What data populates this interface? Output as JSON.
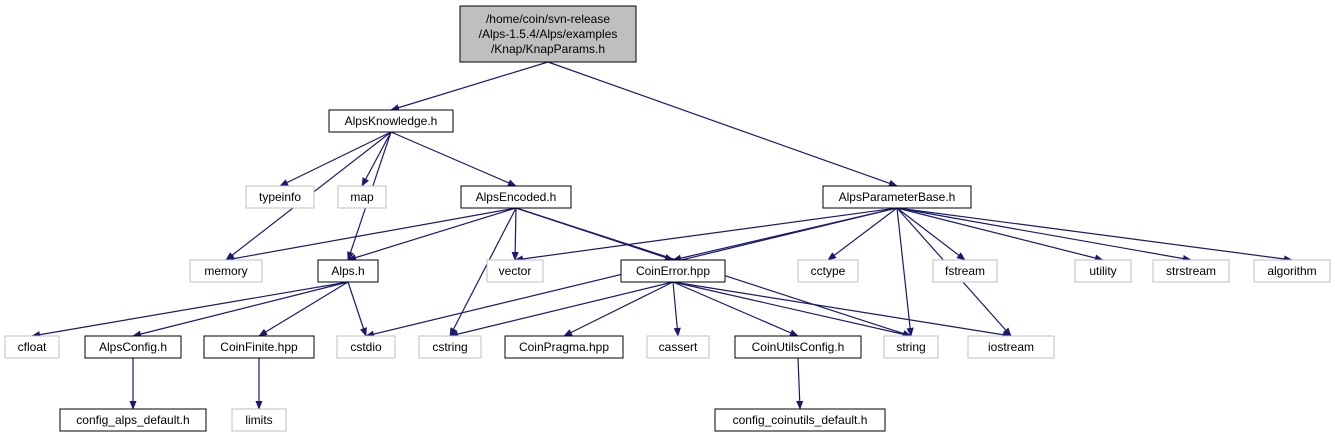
{
  "colors": {
    "edge": "#191970",
    "node_border_project": "#000000",
    "node_border_external": "#bfbfbf",
    "root_fill": "#bfbfbf",
    "node_fill": "#ffffff"
  },
  "nodes": {
    "root": {
      "lines": [
        "/home/coin/svn-release",
        "/Alps-1.5.4/Alps/examples",
        "/Knap/KnapParams.h"
      ],
      "kind": "root"
    },
    "alpsknowledge": {
      "label": "AlpsKnowledge.h",
      "kind": "project"
    },
    "alpsparameterbase": {
      "label": "AlpsParameterBase.h",
      "kind": "project"
    },
    "typeinfo": {
      "label": "typeinfo",
      "kind": "external"
    },
    "map": {
      "label": "map",
      "kind": "external"
    },
    "alpsencoded": {
      "label": "AlpsEncoded.h",
      "kind": "project"
    },
    "memory": {
      "label": "memory",
      "kind": "external"
    },
    "alps": {
      "label": "Alps.h",
      "kind": "project"
    },
    "vector": {
      "label": "vector",
      "kind": "external"
    },
    "coinerror": {
      "label": "CoinError.hpp",
      "kind": "project"
    },
    "cctype": {
      "label": "cctype",
      "kind": "external"
    },
    "fstream": {
      "label": "fstream",
      "kind": "external"
    },
    "utility": {
      "label": "utility",
      "kind": "external"
    },
    "strstream": {
      "label": "strstream",
      "kind": "external"
    },
    "algorithm": {
      "label": "algorithm",
      "kind": "external"
    },
    "cfloat": {
      "label": "cfloat",
      "kind": "external"
    },
    "alpsconfig": {
      "label": "AlpsConfig.h",
      "kind": "project"
    },
    "coinfinite": {
      "label": "CoinFinite.hpp",
      "kind": "project"
    },
    "cstdio": {
      "label": "cstdio",
      "kind": "external"
    },
    "cstring": {
      "label": "cstring",
      "kind": "external"
    },
    "coinpragma": {
      "label": "CoinPragma.hpp",
      "kind": "project"
    },
    "cassert": {
      "label": "cassert",
      "kind": "external"
    },
    "coinutilsconfig": {
      "label": "CoinUtilsConfig.h",
      "kind": "project"
    },
    "string": {
      "label": "string",
      "kind": "external"
    },
    "iostream": {
      "label": "iostream",
      "kind": "external"
    },
    "config_alps_default": {
      "label": "config_alps_default.h",
      "kind": "project"
    },
    "limits": {
      "label": "limits",
      "kind": "external"
    },
    "config_coinutils_default": {
      "label": "config_coinutils_default.h",
      "kind": "project"
    }
  },
  "edges": [
    [
      "root",
      "alpsknowledge"
    ],
    [
      "root",
      "alpsparameterbase"
    ],
    [
      "alpsknowledge",
      "typeinfo"
    ],
    [
      "alpsknowledge",
      "map"
    ],
    [
      "alpsknowledge",
      "memory"
    ],
    [
      "alpsknowledge",
      "alps"
    ],
    [
      "alpsknowledge",
      "alpsencoded"
    ],
    [
      "alpsencoded",
      "memory"
    ],
    [
      "alpsencoded",
      "alps"
    ],
    [
      "alpsencoded",
      "cstring"
    ],
    [
      "alpsencoded",
      "vector"
    ],
    [
      "alpsencoded",
      "coinerror"
    ],
    [
      "alpsencoded",
      "string"
    ],
    [
      "alpsparameterbase",
      "cstdio"
    ],
    [
      "alpsparameterbase",
      "vector"
    ],
    [
      "alpsparameterbase",
      "coinerror"
    ],
    [
      "alpsparameterbase",
      "cctype"
    ],
    [
      "alpsparameterbase",
      "fstream"
    ],
    [
      "alpsparameterbase",
      "string"
    ],
    [
      "alpsparameterbase",
      "iostream"
    ],
    [
      "alpsparameterbase",
      "utility"
    ],
    [
      "alpsparameterbase",
      "strstream"
    ],
    [
      "alpsparameterbase",
      "algorithm"
    ],
    [
      "alps",
      "cfloat"
    ],
    [
      "alps",
      "alpsconfig"
    ],
    [
      "alps",
      "coinfinite"
    ],
    [
      "alps",
      "cstdio"
    ],
    [
      "coinerror",
      "cstring"
    ],
    [
      "coinerror",
      "coinpragma"
    ],
    [
      "coinerror",
      "cassert"
    ],
    [
      "coinerror",
      "coinutilsconfig"
    ],
    [
      "coinerror",
      "string"
    ],
    [
      "coinerror",
      "iostream"
    ],
    [
      "alpsconfig",
      "config_alps_default"
    ],
    [
      "coinfinite",
      "limits"
    ],
    [
      "coinutilsconfig",
      "config_coinutils_default"
    ]
  ]
}
